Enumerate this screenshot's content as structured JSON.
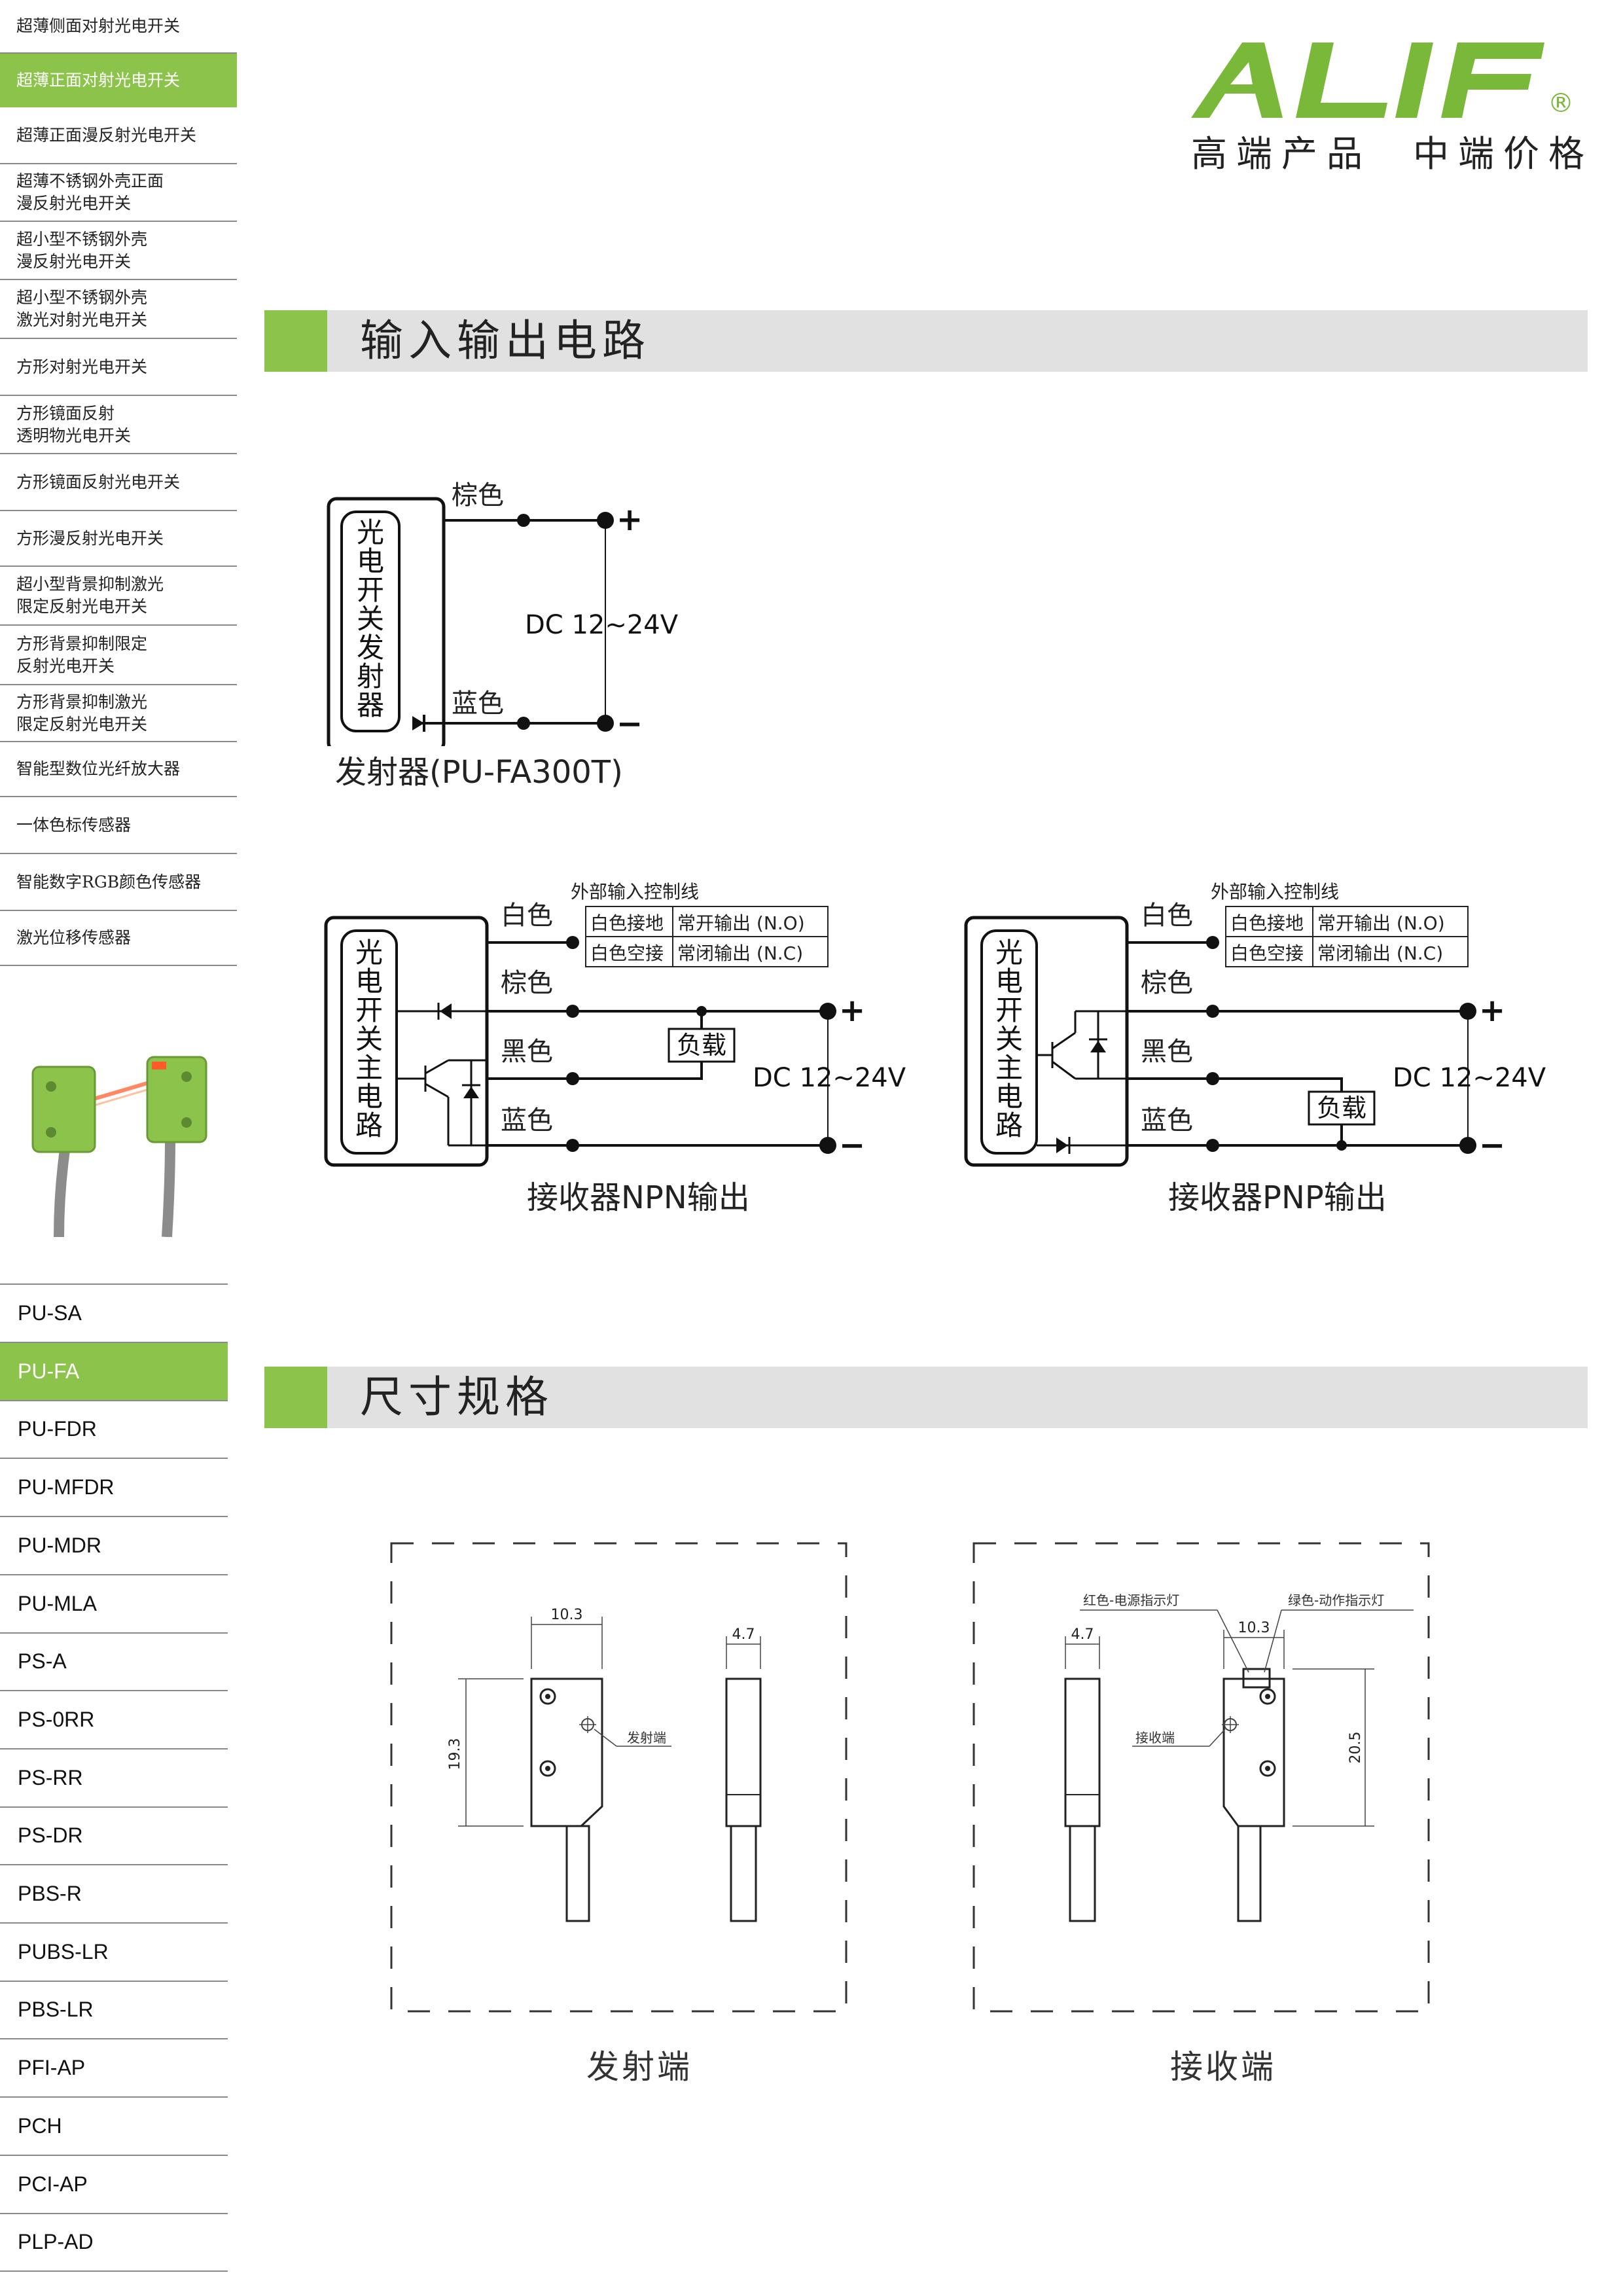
{
  "brand": {
    "logo_text": "ALIF",
    "registered_mark": "®",
    "slogan": "高端产品  中端价格",
    "color": "#7ab83a"
  },
  "category_menu": [
    {
      "lines": [
        "超薄侧面对射光电开关"
      ],
      "active": false
    },
    {
      "lines": [
        "超薄正面对射光电开关"
      ],
      "active": true
    },
    {
      "lines": [
        "超薄正面漫反射光电开关"
      ],
      "active": false
    },
    {
      "lines": [
        "超薄不锈钢外壳正面",
        "漫反射光电开关"
      ],
      "active": false
    },
    {
      "lines": [
        "超小型不锈钢外壳",
        "漫反射光电开关"
      ],
      "active": false
    },
    {
      "lines": [
        "超小型不锈钢外壳",
        "激光对射光电开关"
      ],
      "active": false
    },
    {
      "lines": [
        "方形对射光电开关"
      ],
      "active": false
    },
    {
      "lines": [
        "方形镜面反射",
        "透明物光电开关"
      ],
      "active": false
    },
    {
      "lines": [
        "方形镜面反射光电开关"
      ],
      "active": false
    },
    {
      "lines": [
        "方形漫反射光电开关"
      ],
      "active": false
    },
    {
      "lines": [
        "超小型背景抑制激光",
        "限定反射光电开关"
      ],
      "active": false
    },
    {
      "lines": [
        "方形背景抑制限定",
        "反射光电开关"
      ],
      "active": false
    },
    {
      "lines": [
        "方形背景抑制激光",
        "限定反射光电开关"
      ],
      "active": false
    },
    {
      "lines": [
        "智能型数位光纤放大器"
      ],
      "active": false
    },
    {
      "lines": [
        "一体色标传感器"
      ],
      "active": false
    },
    {
      "lines": [
        "智能数字RGB颜色传感器"
      ],
      "active": false
    },
    {
      "lines": [
        "激光位移传感器"
      ],
      "active": false
    }
  ],
  "model_menu": [
    {
      "label": "PU-SA",
      "active": false
    },
    {
      "label": "PU-FA",
      "active": true
    },
    {
      "label": "PU-FDR",
      "active": false
    },
    {
      "label": "PU-MFDR",
      "active": false
    },
    {
      "label": "PU-MDR",
      "active": false
    },
    {
      "label": "PU-MLA",
      "active": false
    },
    {
      "label": "PS-A",
      "active": false
    },
    {
      "label": "PS-0RR",
      "active": false
    },
    {
      "label": "PS-RR",
      "active": false
    },
    {
      "label": "PS-DR",
      "active": false
    },
    {
      "label": "PBS-R",
      "active": false
    },
    {
      "label": "PUBS-LR",
      "active": false
    },
    {
      "label": "PBS-LR",
      "active": false
    },
    {
      "label": "PFI-AP",
      "active": false
    },
    {
      "label": "PCH",
      "active": false
    },
    {
      "label": "PCI-AP",
      "active": false
    },
    {
      "label": "PLP-AD",
      "active": false
    }
  ],
  "sections": {
    "io_circuit": "输入输出电路",
    "dimensions": "尺寸规格"
  },
  "emitter_circuit": {
    "box_label": [
      "光",
      "电",
      "开",
      "关",
      "发",
      "射",
      "器"
    ],
    "wire_brown": "棕色",
    "wire_blue": "蓝色",
    "plus": "+",
    "minus": "−",
    "supply": "DC 12~24V",
    "caption": "发射器(PU-FA300T)"
  },
  "receiver_common": {
    "box_label": [
      "光",
      "电",
      "开",
      "关",
      "主",
      "电",
      "路"
    ],
    "wire_white": "白色",
    "wire_brown": "棕色",
    "wire_black": "黑色",
    "wire_blue": "蓝色",
    "control_title": "外部输入控制线",
    "control_rows": [
      [
        "白色接地",
        "常开输出 (N.O)"
      ],
      [
        "白色空接",
        "常闭输出 (N.C)"
      ]
    ],
    "load": "负载",
    "supply": "DC 12~24V",
    "plus": "+",
    "minus": "−"
  },
  "npn": {
    "caption": "接收器NPN输出"
  },
  "pnp": {
    "caption": "接收器PNP输出"
  },
  "dim_emitter": {
    "width": "10.3",
    "depth": "4.7",
    "height": "19.3",
    "point_label": "发射端",
    "caption": "发射端"
  },
  "dim_receiver": {
    "width": "10.3",
    "depth": "4.7",
    "height": "20.5",
    "point_label": "接收端",
    "led_red": "红色-电源指示灯",
    "led_green": "绿色-动作指示灯",
    "caption": "接收端"
  }
}
